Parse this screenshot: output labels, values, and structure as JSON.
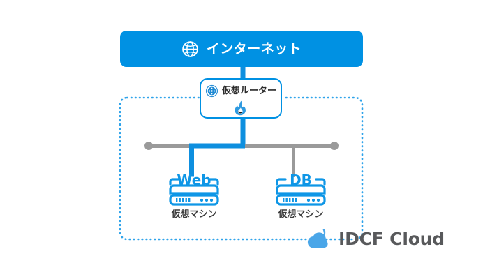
{
  "diagram": {
    "title": "IDCF Cloud network topology",
    "colors": {
      "brand_blue": "#0091e3",
      "link_blue": "#0e8fdf",
      "bus_gray": "#9a9a9a",
      "text_dark": "#2b2b2b",
      "logo_blue": "#4aa6e8",
      "logo_text": "#58595b",
      "background": "#ffffff"
    }
  },
  "internet": {
    "label": "インターネット",
    "icon": "globe-icon"
  },
  "router": {
    "label": "仮想ルーター",
    "icon": "router-icon",
    "firewall_icon": "flame-icon"
  },
  "zone": {
    "name": "private-network-zone",
    "border_style": "dotted"
  },
  "network_bus": {
    "name": "network-bus",
    "endpoint_left": "bus-endpoint-left",
    "endpoint_right": "bus-endpoint-right"
  },
  "machines": [
    {
      "id": "web",
      "badge": "Web",
      "caption": "仮想マシン",
      "icon": "server-icon",
      "link_state": "active"
    },
    {
      "id": "db",
      "badge": "DB",
      "caption": "仮想マシン",
      "icon": "server-icon",
      "link_state": "inactive"
    }
  ],
  "logo": {
    "text": "IDCF Cloud",
    "mark": "cloud-bird-icon"
  }
}
